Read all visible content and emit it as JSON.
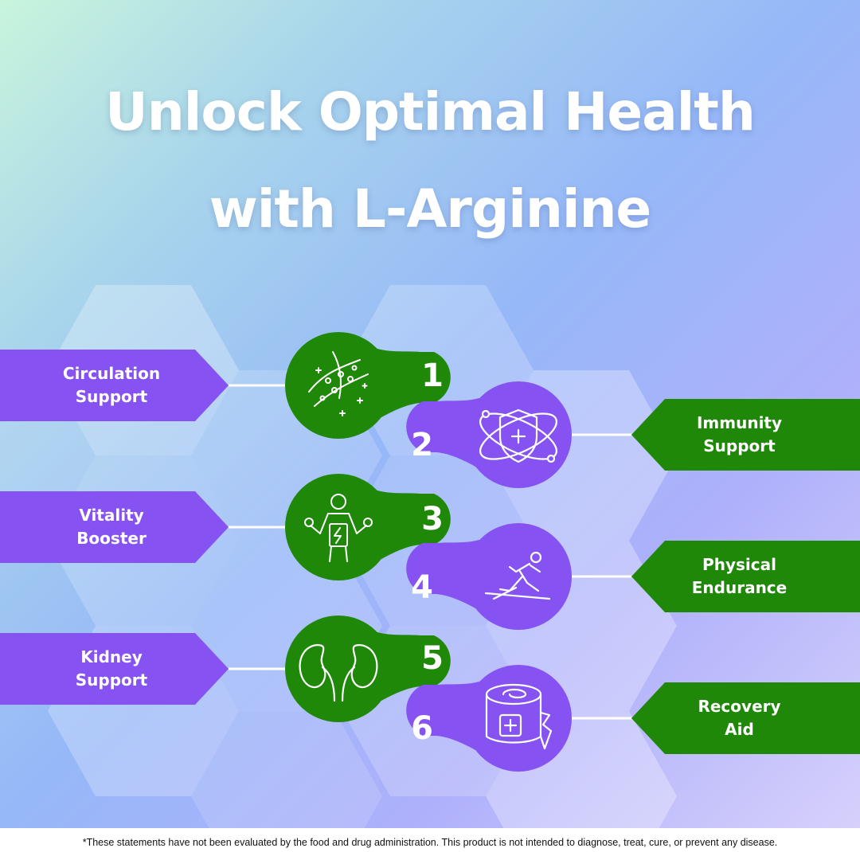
{
  "title": {
    "line1": "Unlock Optimal Health",
    "line2": "with L-Arginine"
  },
  "benefits": [
    {
      "number": "1",
      "label_line1": "Circulation",
      "label_line2": "Support",
      "icon": "blood-vessel-icon",
      "color": "#208809",
      "side": "left"
    },
    {
      "number": "2",
      "label_line1": "Immunity",
      "label_line2": "Support",
      "icon": "shield-atom-icon",
      "color": "#8652f1",
      "side": "right"
    },
    {
      "number": "3",
      "label_line1": "Vitality",
      "label_line2": "Booster",
      "icon": "energized-person-icon",
      "color": "#208809",
      "side": "left"
    },
    {
      "number": "4",
      "label_line1": "Physical",
      "label_line2": "Endurance",
      "icon": "runner-icon",
      "color": "#8652f1",
      "side": "right"
    },
    {
      "number": "5",
      "label_line1": "Kidney",
      "label_line2": "Support",
      "icon": "kidneys-icon",
      "color": "#208809",
      "side": "left"
    },
    {
      "number": "6",
      "label_line1": "Recovery",
      "label_line2": "Aid",
      "icon": "bandage-roll-icon",
      "color": "#8652f1",
      "side": "right"
    }
  ],
  "colors": {
    "green": "#208809",
    "purple": "#8652f1",
    "text": "#ffffff"
  },
  "disclaimer": "*These statements have not been evaluated by the food and drug administration. This product is not intended to diagnose, treat, cure, or prevent any disease."
}
